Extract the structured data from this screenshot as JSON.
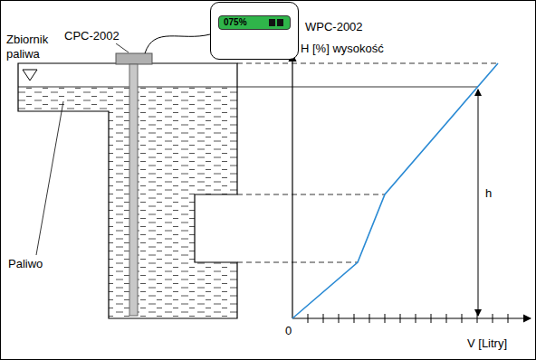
{
  "diagram": {
    "nodes": [
      {
        "text": [
          "075%"
        ]
      }
    ],
    "labels": [
      "Zbiornik paliwa",
      "CPC-2002",
      "WPC-2002",
      "Paliwo",
      "H [%] wysokość",
      "h",
      "0",
      "V [Litry]"
    ]
  }
}
